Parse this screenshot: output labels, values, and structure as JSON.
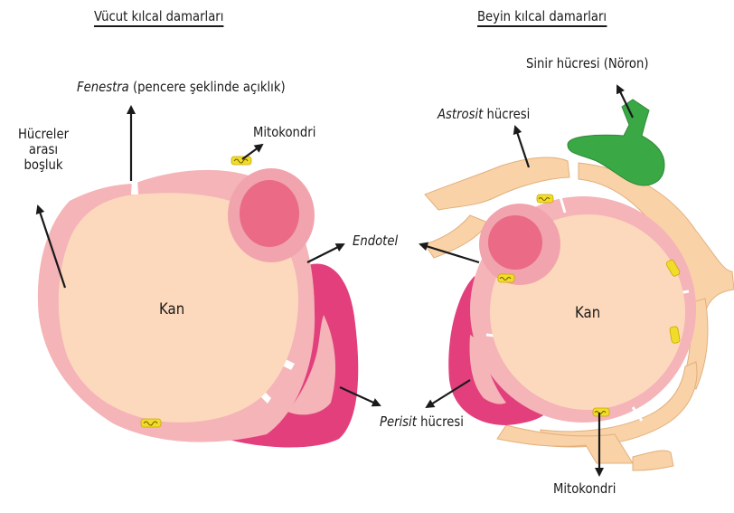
{
  "left": {
    "title": "Vücut kılcal damarları",
    "fenestra_italic": "Fenestra",
    "fenestra_rest": " (pencere şeklinde açıklık)",
    "hucreler_line1": "Hücreler",
    "hucreler_line2": "arası",
    "hucreler_line3": "boşluk",
    "mitokondri": "Mitokondri",
    "kan": "Kan"
  },
  "right": {
    "title": "Beyin kılcal damarları",
    "sinir": "Sinir hücresi (Nöron)",
    "astrosit_italic": "Astrosit",
    "astrosit_rest": " hücresi",
    "kan": "Kan",
    "mitokondri": "Mitokondri"
  },
  "center": {
    "endotel": "Endotel",
    "perisit_italic": "Perisit",
    "perisit_rest": " hücresi"
  },
  "colors": {
    "blood": "#fcd9bd",
    "endothelium": "#f4b4b8",
    "nucleus": "#eb6a85",
    "pericyte": "#e23f7c",
    "astrocyte": "#f9d2a8",
    "neuron": "#3aa844",
    "mitochondria": "#f2dc2a"
  }
}
